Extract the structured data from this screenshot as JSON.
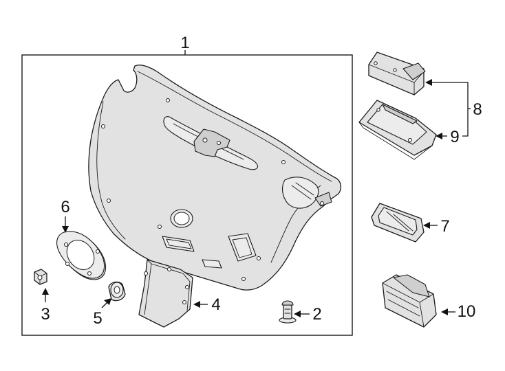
{
  "diagram": {
    "labels": {
      "p1": "1",
      "p2": "2",
      "p3": "3",
      "p4": "4",
      "p5": "5",
      "p6": "6",
      "p7": "7",
      "p8": "8",
      "p9": "9",
      "p10": "10"
    },
    "colors": {
      "line": "#1a1a1a",
      "part_fill": "#e2e2e2",
      "background": "#ffffff"
    }
  }
}
